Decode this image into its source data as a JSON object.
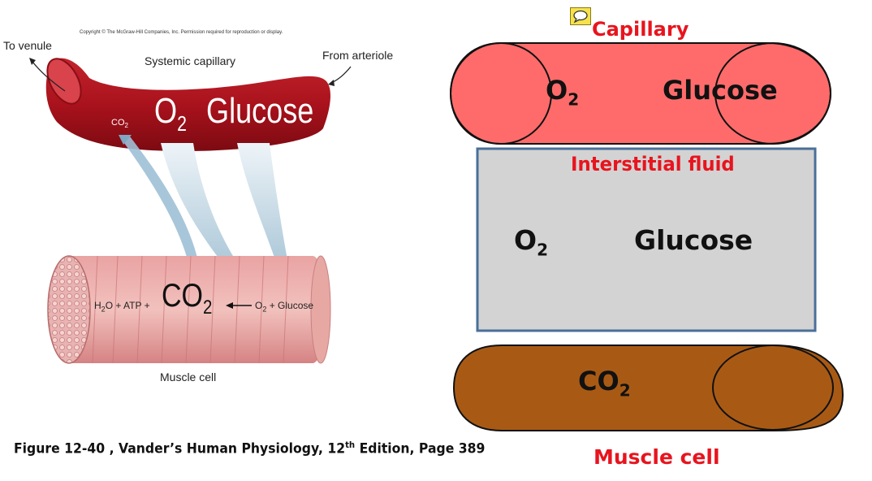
{
  "left_figure": {
    "copyright": "Copyright © The McGraw-Hill Companies, Inc. Permission required for reproduction or display.",
    "to_venule": "To venule",
    "from_arteriole": "From arteriole",
    "systemic_capillary": "Systemic capillary",
    "big_o": "O",
    "big_o_sub": "2",
    "big_glucose": "Glucose",
    "small_co": "CO",
    "small_co_sub": "2",
    "eq_h": "H",
    "eq_h_sub": "2",
    "eq_o_atp": "O + ATP +",
    "eq_co": "CO",
    "eq_co_sub": "2",
    "eq_o": "O",
    "eq_o_sub": "2",
    "eq_plus_glucose": "+ Glucose",
    "muscle_cell": "Muscle cell"
  },
  "caption": {
    "prefix": "Figure 12-40 , Vander’s Human Physiology, 12",
    "sup": "th",
    "suffix": " Edition, Page 389"
  },
  "right_diagram": {
    "capillary_title": "Capillary",
    "cap_o": "O",
    "cap_o_sub": "2",
    "cap_glucose": "Glucose",
    "interstitial_title": "Interstitial fluid",
    "int_o": "O",
    "int_o_sub": "2",
    "int_glucose": "Glucose",
    "muscle_co": "CO",
    "muscle_co_sub": "2",
    "muscle_title": "Muscle cell"
  },
  "colors": {
    "capillary_fill": "#ff6b6b",
    "interstitial_fill": "#d3d3d3",
    "interstitial_border": "#4a6f9a",
    "muscle_fill": "#a85a15",
    "label_red": "#e8141e"
  },
  "icons": {
    "note": "comment-note-icon"
  }
}
